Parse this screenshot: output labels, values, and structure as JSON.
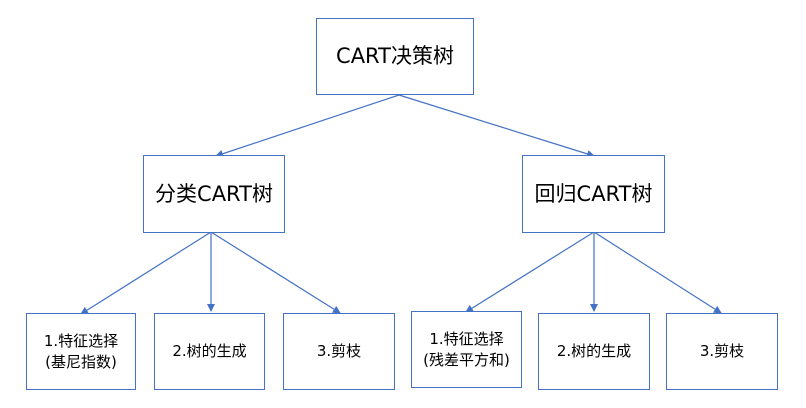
{
  "root": {
    "label": "CART决策树"
  },
  "classification": {
    "label": "分类CART树",
    "children": [
      {
        "line1": "1.特征选择",
        "line2": "(基尼指数)"
      },
      {
        "line1": "2.树的生成"
      },
      {
        "line1": "3.剪枝"
      }
    ]
  },
  "regression": {
    "label": "回归CART树",
    "children": [
      {
        "line1": "1.特征选择",
        "line2": "(残差平方和)"
      },
      {
        "line1": "2.树的生成"
      },
      {
        "line1": "3.剪枝"
      }
    ]
  },
  "colors": {
    "border": "#4472c4",
    "edge": "#4472c4",
    "background": "#ffffff"
  }
}
